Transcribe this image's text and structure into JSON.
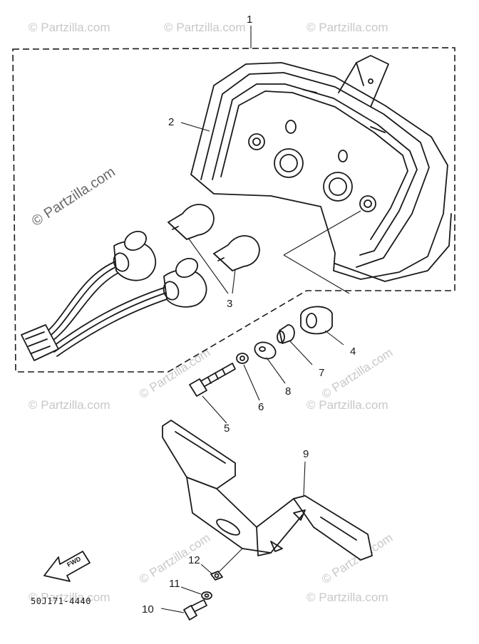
{
  "watermark": {
    "text": "© Partzilla.com",
    "featured_text": "© Partzilla.com"
  },
  "diagram_code": "50J171-4440",
  "direction_arrow": {
    "label": "FWD"
  },
  "callouts": {
    "c1": "1",
    "c2": "2",
    "c3": "3",
    "c4": "4",
    "c5": "5",
    "c6": "6",
    "c7": "7",
    "c8": "8",
    "c9": "9",
    "c10": "10",
    "c11": "11",
    "c12": "12"
  }
}
